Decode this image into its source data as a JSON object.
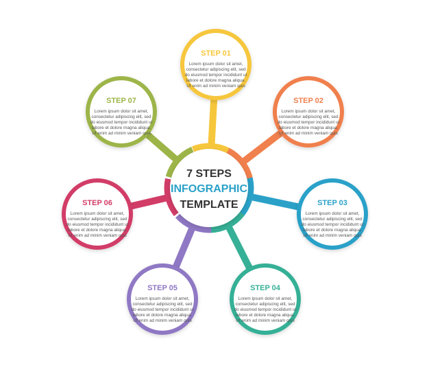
{
  "center": {
    "line1": "7 STEPS",
    "line2": "INFOGRAPHIC",
    "line3": "TEMPLATE",
    "line1_color": "#333333",
    "line2_color": "#2BA1C8",
    "line3_color": "#333333"
  },
  "steps": [
    {
      "label": "STEP 01",
      "color": "#F6C63C",
      "line1": "Lorem ipsum dolor sit amet,",
      "line2": "consectetur adipiscing elit, sed",
      "line3": "do eiusmod tempor incididunt ut",
      "line4": "labore et dolore magna aliqua.",
      "line5": "Ut enim ad minim veniam quis"
    },
    {
      "label": "STEP 02",
      "color": "#F0804E",
      "line1": "Lorem ipsum dolor sit amet,",
      "line2": "consectetur adipiscing elit, sed",
      "line3": "do eiusmod tempor incididunt ut",
      "line4": "labore et dolore magna aliqua.",
      "line5": "Ut enim ad minim veniam quis"
    },
    {
      "label": "STEP 03",
      "color": "#2BA1C8",
      "line1": "Lorem ipsum dolor sit amet,",
      "line2": "consectetur adipiscing elit, sed",
      "line3": "do eiusmod tempor incididunt ut",
      "line4": "labore et dolore magna aliqua.",
      "line5": "Ut enim ad minim veniam quis"
    },
    {
      "label": "STEP 04",
      "color": "#36B096",
      "line1": "Lorem ipsum dolor sit amet,",
      "line2": "consectetur adipiscing elit, sed",
      "line3": "do eiusmod tempor incididunt ut",
      "line4": "labore et dolore magna aliqua.",
      "line5": "Ut enim ad minim veniam quis"
    },
    {
      "label": "STEP 05",
      "color": "#8F78C4",
      "line1": "Lorem ipsum dolor sit amet,",
      "line2": "consectetur adipiscing elit, sed",
      "line3": "do eiusmod tempor incididunt ut",
      "line4": "labore et dolore magna aliqua.",
      "line5": "Ut enim ad minim veniam quis"
    },
    {
      "label": "STEP 06",
      "color": "#D23D68",
      "line1": "Lorem ipsum dolor sit amet,",
      "line2": "consectetur adipiscing elit, sed",
      "line3": "do eiusmod tempor incididunt ut",
      "line4": "labore et dolore magna aliqua.",
      "line5": "Ut enim ad minim veniam quis"
    },
    {
      "label": "STEP 07",
      "color": "#9DB548",
      "line1": "Lorem ipsum dolor sit amet,",
      "line2": "consectetur adipiscing elit, sed",
      "line3": "do eiusmod tempor incididunt ut",
      "line4": "labore et dolore magna aliqua.",
      "line5": "Ut enim ad minim veniam quis"
    }
  ]
}
